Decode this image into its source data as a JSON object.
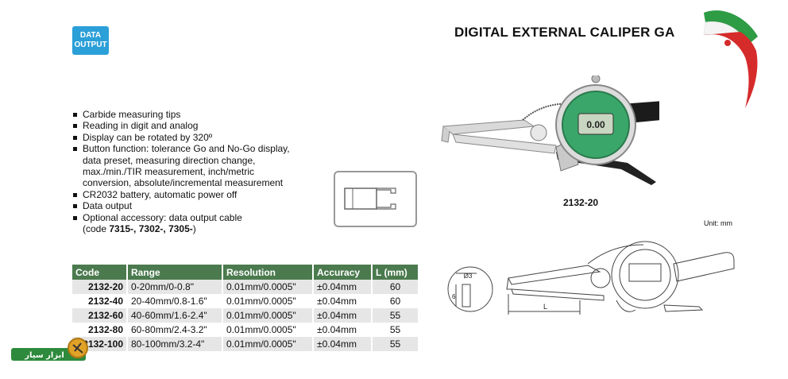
{
  "badge": {
    "line1": "DATA",
    "line2": "OUTPUT"
  },
  "title": "DIGITAL EXTERNAL CALIPER GA",
  "features": [
    "Carbide measuring tips",
    "Reading in digit and analog",
    "Display can be rotated by 320º",
    "Button function: tolerance Go and No-Go display,",
    "data preset, measuring direction change,",
    "max./min./TIR measurement, inch/metric",
    "conversion, absolute/incremental measurement",
    "CR2032 battery, automatic power off",
    "Data output",
    "Optional accessory: data output cable"
  ],
  "accessory_codes": {
    "prefix": "(code ",
    "codes": "7315-, 7302-, 7305-",
    "suffix": ")"
  },
  "table": {
    "headers": [
      "Code",
      "Range",
      "Resolution",
      "Accuracy",
      "L (mm)"
    ],
    "rows": [
      [
        "2132-20",
        "0-20mm/0-0.8\"",
        "0.01mm/0.0005\"",
        "±0.04mm",
        "60"
      ],
      [
        "2132-40",
        "20-40mm/0.8-1.6\"",
        "0.01mm/0.0005\"",
        "±0.04mm",
        "60"
      ],
      [
        "2132-60",
        "40-60mm/1.6-2.4\"",
        "0.01mm/0.0005\"",
        "±0.04mm",
        "55"
      ],
      [
        "2132-80",
        "60-80mm/2.4-3.2\"",
        "0.01mm/0.0005\"",
        "±0.04mm",
        "55"
      ],
      [
        "2132-100",
        "80-100mm/3.2-4\"",
        "0.01mm/0.0005\"",
        "±0.04mm",
        "55"
      ]
    ]
  },
  "product_display_reading": "0.00",
  "model_label": "2132-20",
  "unit_note": "Unit: mm",
  "drawing_labels": {
    "diameter": "Ø3",
    "height": "6",
    "length": "L"
  },
  "watermark_text": "ابزار سیار",
  "colors": {
    "badge": "#2b9fd8",
    "table_header": "#4b7a4e",
    "row_shade": "#e6e6e6",
    "dial": "#3aa66a"
  }
}
